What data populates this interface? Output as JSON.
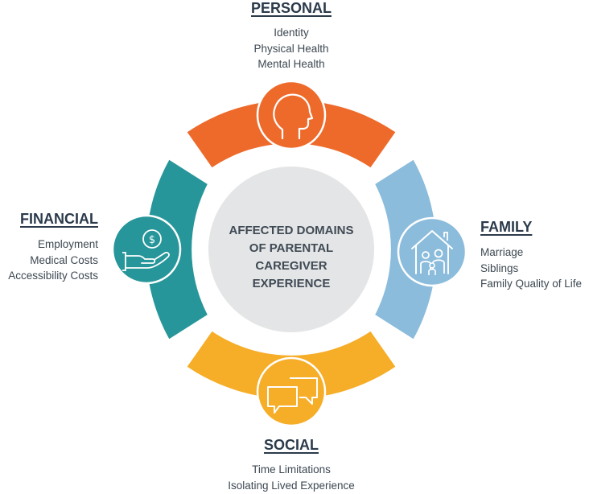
{
  "center": {
    "lines": [
      "AFFECTED DOMAINS",
      "OF PARENTAL",
      "CAREGIVER",
      "EXPERIENCE"
    ]
  },
  "domains": {
    "personal": {
      "title": "PERSONAL",
      "items": [
        "Identity",
        "Physical Health",
        "Mental Health"
      ],
      "color": "#ee6a2b",
      "icon": "head-profile-icon"
    },
    "family": {
      "title": "FAMILY",
      "items": [
        "Marriage",
        "Siblings",
        "Family Quality of Life"
      ],
      "color": "#8bbcdc",
      "icon": "house-family-icon"
    },
    "social": {
      "title": "SOCIAL",
      "items": [
        "Time Limitations",
        "Isolating Lived Experience"
      ],
      "color": "#f6ad27",
      "icon": "chat-bubbles-icon"
    },
    "financial": {
      "title": "FINANCIAL",
      "items": [
        "Employment",
        "Medical Costs",
        "Accessibility Costs"
      ],
      "color": "#27969a",
      "icon": "hand-coin-icon"
    }
  },
  "colors": {
    "center_circle": "#e4e5e6",
    "title_text": "#2b3a4a",
    "body_text": "#3d4852"
  }
}
